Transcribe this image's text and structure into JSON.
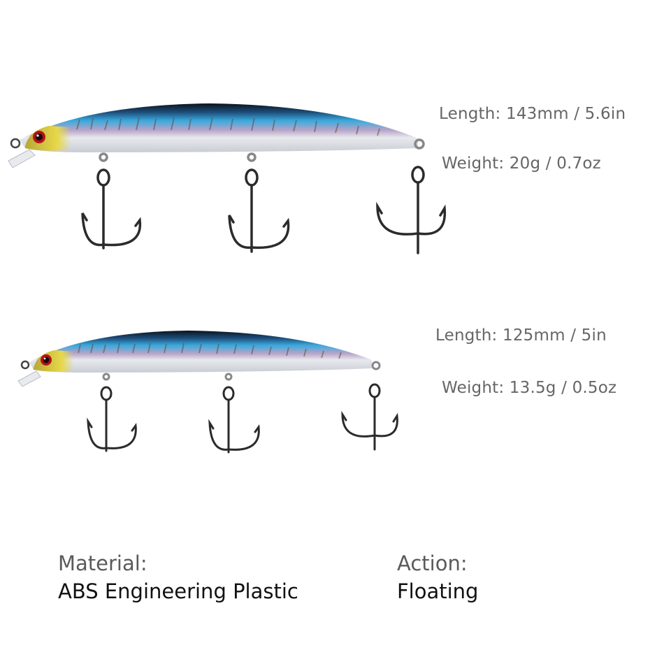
{
  "products": [
    {
      "length": "Length: 143mm / 5.6in",
      "weight": "Weight: 20g / 0.7oz"
    },
    {
      "length": "Length: 125mm / 5in",
      "weight": "Weight: 13.5g / 0.5oz"
    }
  ],
  "properties": {
    "material": {
      "label": "Material:",
      "value": "ABS Engineering Plastic"
    },
    "action": {
      "label": "Action:",
      "value": "Floating"
    }
  },
  "colors": {
    "back": "#0d1520",
    "blue": "#2e9fd6",
    "silver": "#d9dde2",
    "head": "#d8c73a",
    "eye": "#b3121c",
    "hook": "#2b2b2b"
  }
}
